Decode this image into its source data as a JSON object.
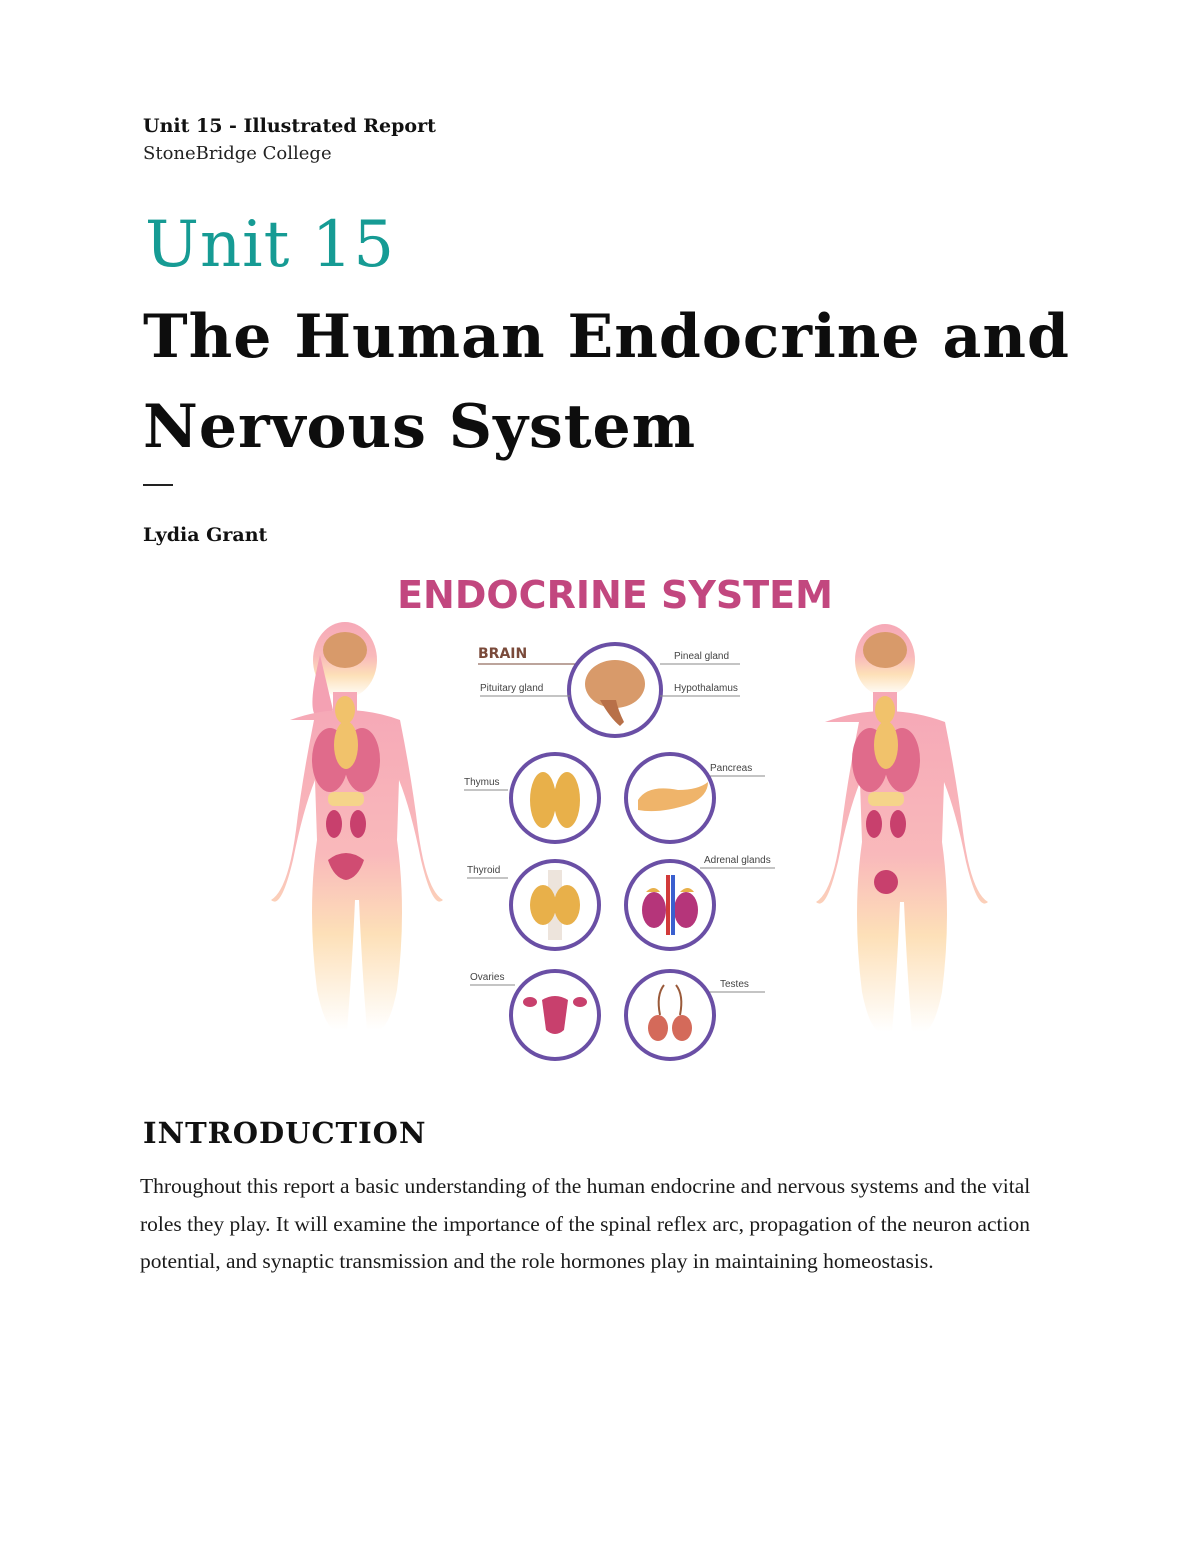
{
  "header": {
    "title": "Unit 15 - Illustrated Report",
    "subtitle": "StoneBridge College"
  },
  "document": {
    "unit_label": "Unit 15",
    "title": "The Human Endocrine and Nervous System",
    "author": "Lydia Grant"
  },
  "figure": {
    "title": "ENDOCRINE SYSTEM",
    "brain_heading": "BRAIN",
    "labels": {
      "pineal": "Pineal gland",
      "pituitary": "Pituitary gland",
      "hypothalamus": "Hypothalamus",
      "thymus": "Thymus",
      "pancreas": "Pancreas",
      "thyroid": "Thyroid",
      "adrenal": "Adrenal glands",
      "ovaries": "Ovaries",
      "testes": "Testes"
    },
    "colors": {
      "title": "#c2477f",
      "ring": "#6a4fa5",
      "body_pink": "#f6a9b7",
      "body_peach": "#fde0b8"
    }
  },
  "introduction": {
    "heading": "INTRODUCTION",
    "text": "Throughout this report a basic understanding of the human endocrine and nervous systems and the vital roles they play. It will examine the importance of the spinal reflex arc, propagation of the neuron action potential, and synaptic transmission and the role hormones play in maintaining homeostasis."
  }
}
